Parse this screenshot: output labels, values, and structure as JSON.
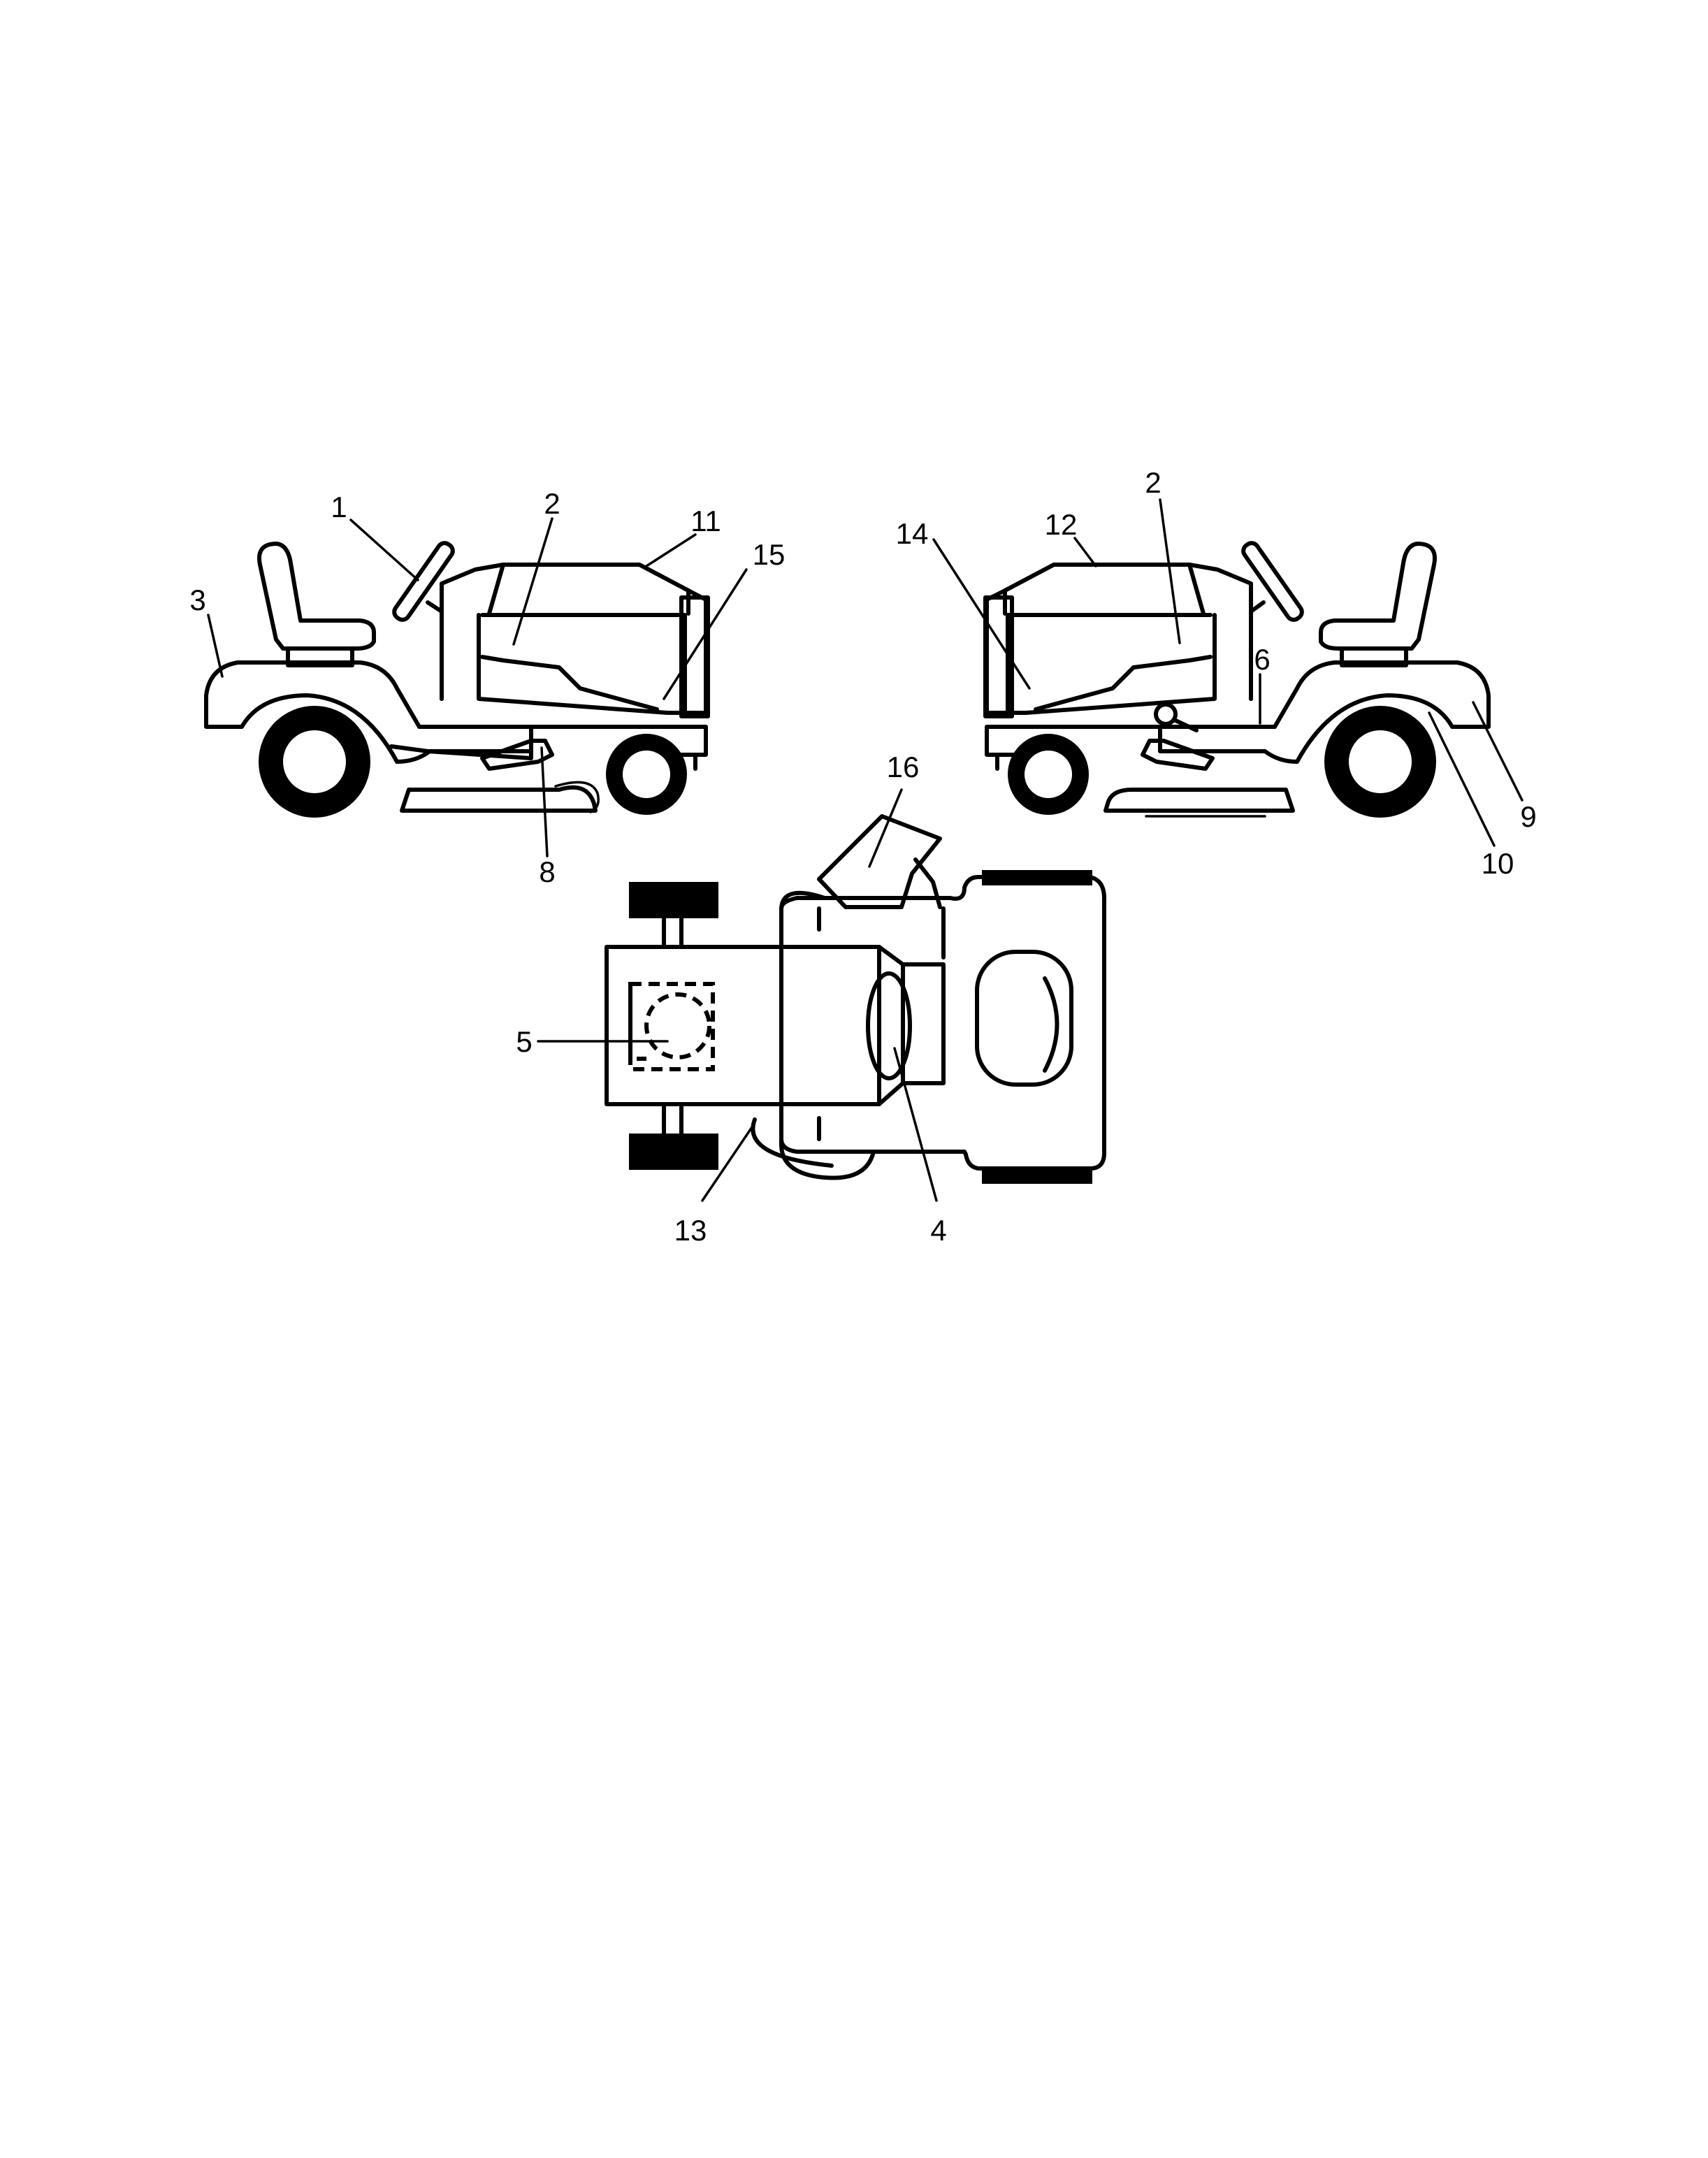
{
  "callouts": {
    "c1": "1",
    "c2_left": "2",
    "c2_right": "2",
    "c3": "3",
    "c4": "4",
    "c5": "5",
    "c6": "6",
    "c8": "8",
    "c9": "9",
    "c10": "10",
    "c11": "11",
    "c12": "12",
    "c13": "13",
    "c14": "14",
    "c15": "15",
    "c16": "16"
  }
}
